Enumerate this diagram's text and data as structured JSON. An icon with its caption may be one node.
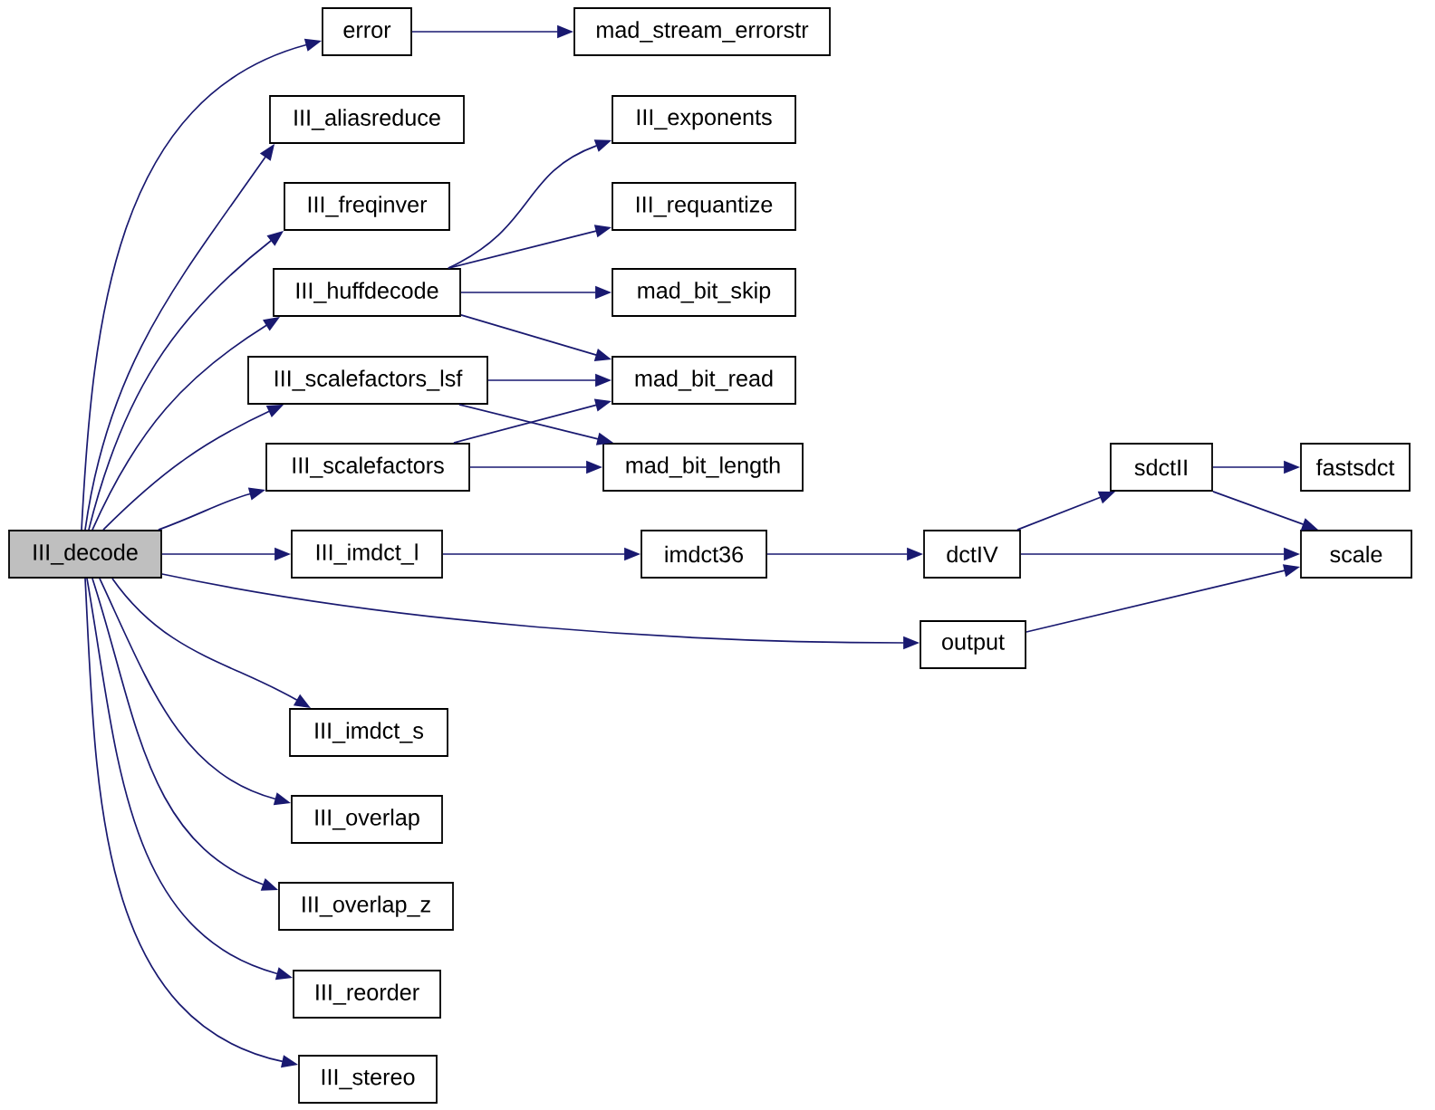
{
  "diagram": {
    "nodes": [
      {
        "text": [
          "III_decode"
        ]
      },
      {
        "text": [
          "error"
        ]
      },
      {
        "text": [
          "mad_stream_errorstr"
        ]
      },
      {
        "text": [
          "III_aliasreduce"
        ]
      },
      {
        "text": [
          "III_freqinver"
        ]
      },
      {
        "text": [
          "III_huffdecode"
        ]
      },
      {
        "text": [
          "III_exponents"
        ]
      },
      {
        "text": [
          "III_requantize"
        ]
      },
      {
        "text": [
          "mad_bit_skip"
        ]
      },
      {
        "text": [
          "III_scalefactors_lsf"
        ]
      },
      {
        "text": [
          "mad_bit_read"
        ]
      },
      {
        "text": [
          "III_scalefactors"
        ]
      },
      {
        "text": [
          "mad_bit_length"
        ]
      },
      {
        "text": [
          "III_imdct_l"
        ]
      },
      {
        "text": [
          "imdct36"
        ]
      },
      {
        "text": [
          "dctIV"
        ]
      },
      {
        "text": [
          "sdctII"
        ]
      },
      {
        "text": [
          "fastsdct"
        ]
      },
      {
        "text": [
          "scale"
        ]
      },
      {
        "text": [
          "output"
        ]
      },
      {
        "text": [
          "III_imdct_s"
        ]
      },
      {
        "text": [
          "III_overlap"
        ]
      },
      {
        "text": [
          "III_overlap_z"
        ]
      },
      {
        "text": [
          "III_reorder"
        ]
      },
      {
        "text": [
          "III_stereo"
        ]
      }
    ],
    "edges": [
      {
        "from": 0,
        "to": 1,
        "arrow": "to"
      },
      {
        "from": 0,
        "to": 3,
        "arrow": "to"
      },
      {
        "from": 0,
        "to": 4,
        "arrow": "to"
      },
      {
        "from": 0,
        "to": 5,
        "arrow": "to"
      },
      {
        "from": 0,
        "to": 9,
        "arrow": "to"
      },
      {
        "from": 0,
        "to": 11,
        "arrow": "to"
      },
      {
        "from": 0,
        "to": 13,
        "arrow": "to"
      },
      {
        "from": 0,
        "to": 19,
        "arrow": "to"
      },
      {
        "from": 0,
        "to": 20,
        "arrow": "to"
      },
      {
        "from": 0,
        "to": 21,
        "arrow": "to"
      },
      {
        "from": 0,
        "to": 22,
        "arrow": "to"
      },
      {
        "from": 0,
        "to": 23,
        "arrow": "to"
      },
      {
        "from": 0,
        "to": 24,
        "arrow": "to"
      },
      {
        "from": 1,
        "to": 2,
        "arrow": "to"
      },
      {
        "from": 5,
        "to": 6,
        "arrow": "to"
      },
      {
        "from": 5,
        "to": 7,
        "arrow": "to"
      },
      {
        "from": 5,
        "to": 8,
        "arrow": "to"
      },
      {
        "from": 5,
        "to": 10,
        "arrow": "to"
      },
      {
        "from": 9,
        "to": 10,
        "arrow": "to"
      },
      {
        "from": 9,
        "to": 12,
        "arrow": "to"
      },
      {
        "from": 11,
        "to": 10,
        "arrow": "to"
      },
      {
        "from": 11,
        "to": 12,
        "arrow": "to"
      },
      {
        "from": 13,
        "to": 14,
        "arrow": "to"
      },
      {
        "from": 14,
        "to": 15,
        "arrow": "to"
      },
      {
        "from": 15,
        "to": 16,
        "arrow": "to"
      },
      {
        "from": 15,
        "to": 18,
        "arrow": "to"
      },
      {
        "from": 16,
        "to": 17,
        "arrow": "to"
      },
      {
        "from": 16,
        "to": 18,
        "arrow": "to"
      },
      {
        "from": 19,
        "to": 18,
        "arrow": "to"
      }
    ]
  }
}
